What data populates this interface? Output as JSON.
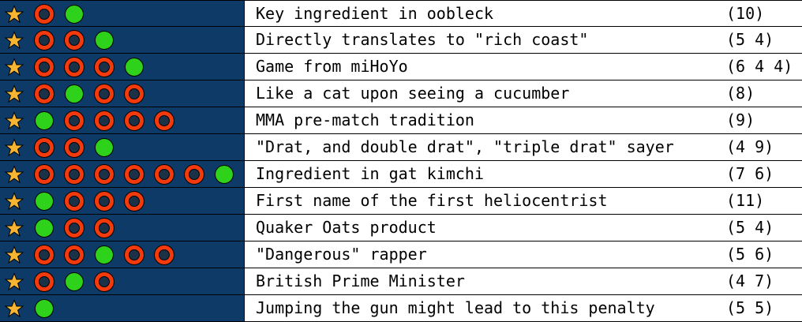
{
  "theme": {
    "panel_color": "#0e3a67",
    "star_color": "#f7b531",
    "wrong_color": "#f23a0c",
    "right_color": "#2fd21a"
  },
  "rows": [
    {
      "clue": "Key ingredient in oobleck",
      "enumeration": "(10)",
      "marks": [
        "red",
        "green"
      ]
    },
    {
      "clue": "Directly translates to \"rich coast\"",
      "enumeration": "(5 4)",
      "marks": [
        "red",
        "red",
        "green"
      ]
    },
    {
      "clue": "Game from miHoYo",
      "enumeration": "(6 4 4)",
      "marks": [
        "red",
        "red",
        "red",
        "green"
      ]
    },
    {
      "clue": "Like a cat upon seeing a cucumber",
      "enumeration": "(8)",
      "marks": [
        "red",
        "green",
        "red",
        "red"
      ]
    },
    {
      "clue": "MMA pre-match tradition",
      "enumeration": "(9)",
      "marks": [
        "green",
        "red",
        "red",
        "red",
        "red"
      ]
    },
    {
      "clue": "\"Drat, and double drat\", \"triple drat\" sayer",
      "enumeration": "(4 9)",
      "marks": [
        "red",
        "red",
        "green"
      ]
    },
    {
      "clue": "Ingredient in gat kimchi",
      "enumeration": "(7 6)",
      "marks": [
        "red",
        "red",
        "red",
        "red",
        "red",
        "red",
        "green"
      ]
    },
    {
      "clue": "First name of the first heliocentrist",
      "enumeration": "(11)",
      "marks": [
        "green",
        "red",
        "red",
        "red"
      ]
    },
    {
      "clue": "Quaker Oats product",
      "enumeration": "(5 4)",
      "marks": [
        "green",
        "red",
        "red"
      ]
    },
    {
      "clue": "\"Dangerous\" rapper",
      "enumeration": "(5 6)",
      "marks": [
        "red",
        "red",
        "green",
        "red",
        "red"
      ]
    },
    {
      "clue": "British Prime Minister",
      "enumeration": "(4 7)",
      "marks": [
        "red",
        "green",
        "red"
      ]
    },
    {
      "clue": "Jumping the gun might lead to this penalty",
      "enumeration": "(5 5)",
      "marks": [
        "green"
      ]
    }
  ]
}
